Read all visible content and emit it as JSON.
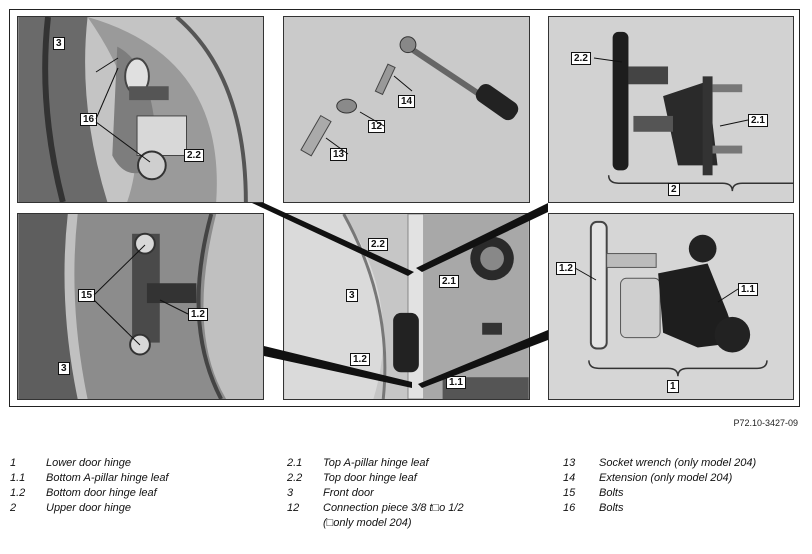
{
  "figure": {
    "reference": "P72.10-3427-09",
    "callouts": {
      "tl_3": "3",
      "tl_16": "16",
      "tl_2_2": "2.2",
      "tc_14": "14",
      "tc_12": "12",
      "tc_13": "13",
      "tr_2_2": "2.2",
      "tr_2_1": "2.1",
      "tr_2": "2",
      "bl_15": "15",
      "bl_1_2": "1.2",
      "bl_3": "3",
      "bc_2_2": "2.2",
      "bc_2_1": "2.1",
      "bc_3": "3",
      "bc_1_2": "1.2",
      "bc_1_1": "1.1",
      "br_1_2": "1.2",
      "br_1_1": "1.1",
      "br_1": "1"
    }
  },
  "legend": {
    "col1": [
      {
        "num": "1",
        "text": "Lower door hinge"
      },
      {
        "num": "1.1",
        "text": "Bottom A-pillar hinge leaf"
      },
      {
        "num": "1.2",
        "text": "Bottom door hinge leaf"
      },
      {
        "num": "2",
        "text": "Upper door hinge"
      }
    ],
    "col2": [
      {
        "num": "2.1",
        "text": "Top A-pillar hinge leaf"
      },
      {
        "num": "2.2",
        "text": "Top door hinge leaf"
      },
      {
        "num": "3",
        "text": "Front door"
      },
      {
        "num": "12",
        "text": "Connection piece 3/8 t□o 1/2\n(□only model 204)"
      }
    ],
    "col3": [
      {
        "num": "13",
        "text": "Socket wrench (only model 204)"
      },
      {
        "num": "14",
        "text": "Extension (only model 204)"
      },
      {
        "num": "15",
        "text": "Bolts"
      },
      {
        "num": "16",
        "text": "Bolts"
      }
    ]
  }
}
